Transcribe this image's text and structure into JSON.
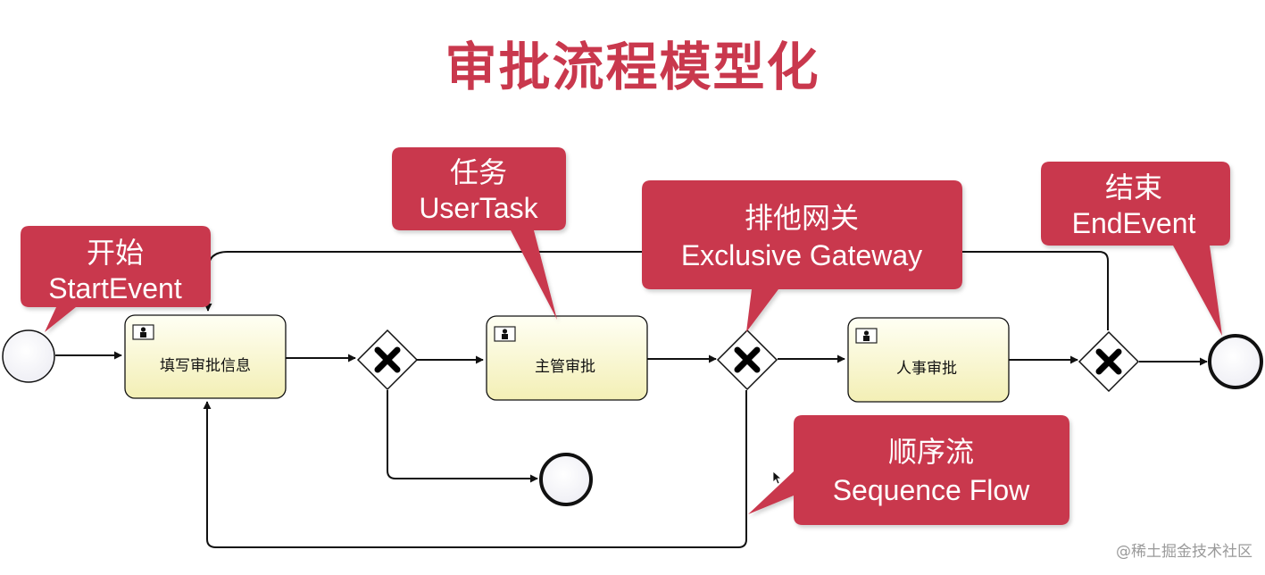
{
  "title": "审批流程模型化",
  "tasks": [
    {
      "label": "填写审批信息"
    },
    {
      "label": "主管审批"
    },
    {
      "label": "人事审批"
    }
  ],
  "callouts": {
    "start": {
      "line1": "开始",
      "line2": "StartEvent"
    },
    "task": {
      "line1": "任务",
      "line2": "UserTask"
    },
    "gateway": {
      "line1": "排他网关",
      "line2": "Exclusive Gateway"
    },
    "end": {
      "line1": "结束",
      "line2": "EndEvent"
    },
    "flow": {
      "line1": "顺序流",
      "line2": "Sequence Flow"
    }
  },
  "watermark": "@稀土掘金技术社区",
  "colors": {
    "accent": "#c9384d",
    "task_fill_top": "#fffff2",
    "task_fill_bottom": "#f4f0b8"
  }
}
